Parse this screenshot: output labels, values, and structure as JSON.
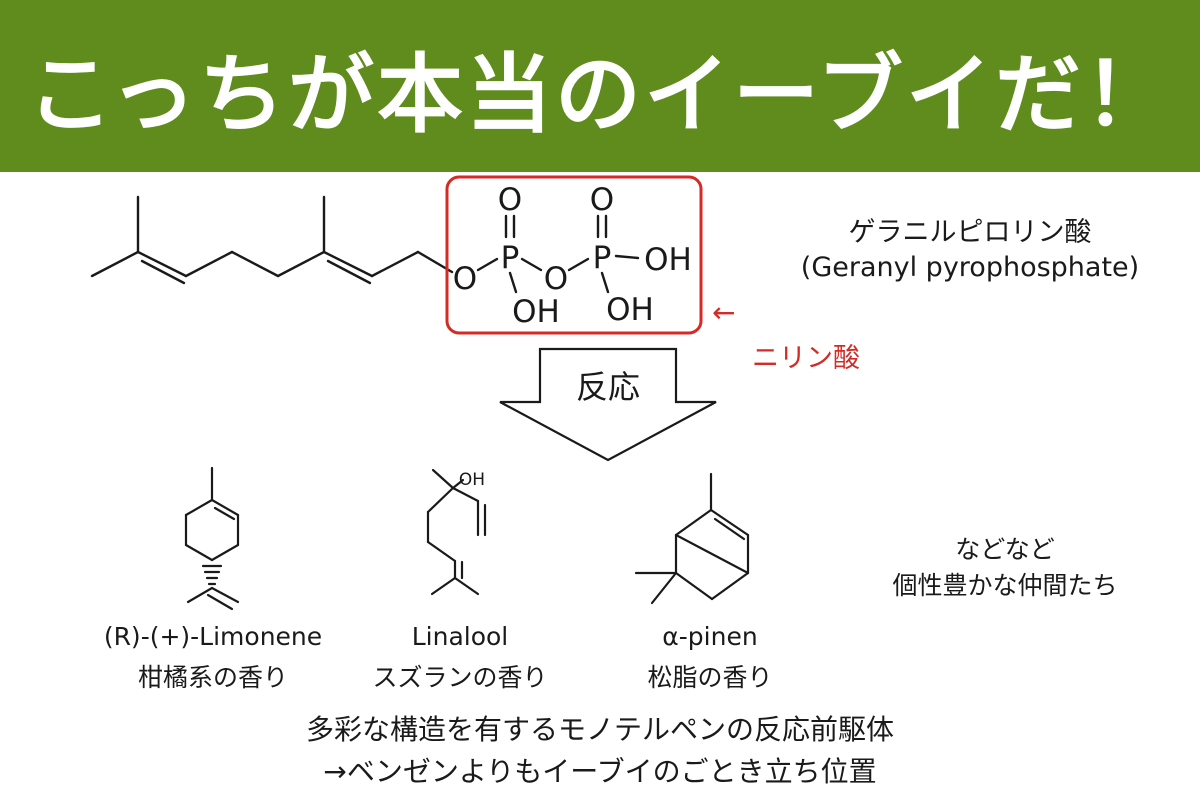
{
  "title": "こっちが本当のイーブイだ！",
  "colors": {
    "banner": "#5f8c1d",
    "highlight": "#d42b27",
    "ink": "#1a1a1a"
  },
  "precursor": {
    "name_jp": "ゲラニルピロリン酸",
    "name_en": "(Geranyl pyrophosphate)",
    "atoms": {
      "o": "O",
      "p": "P",
      "oh": "OH"
    },
    "highlight_label": "ニリン酸",
    "arrow_symbol": "←"
  },
  "reaction_label": "反応",
  "products": [
    {
      "name_en": "(R)-(+)-Limonene",
      "description": "柑橘系の香り"
    },
    {
      "name_en": "Linalool",
      "description": "スズランの香り",
      "atom": "OH"
    },
    {
      "name_en": "α-pinen",
      "description": "松脂の香り"
    }
  ],
  "others": {
    "line1": "などなど",
    "line2": "個性豊かな仲間たち"
  },
  "footer": {
    "line1": "多彩な構造を有するモノテルペンの反応前駆体",
    "line2": "→ベンゼンよりもイーブイのごとき立ち位置"
  }
}
